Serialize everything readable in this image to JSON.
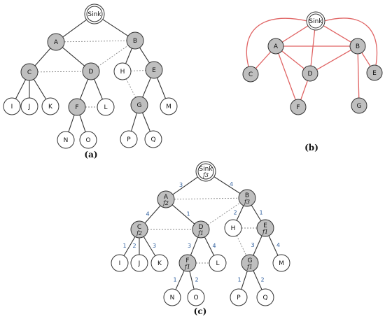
{
  "panels": {
    "a": {
      "label": "(a)",
      "nodes": [
        {
          "id": "Sink",
          "label": "Sink",
          "kind": "sink",
          "fill": "#ffffff"
        },
        {
          "id": "A",
          "label": "A",
          "kind": "gray"
        },
        {
          "id": "B",
          "label": "B",
          "kind": "gray"
        },
        {
          "id": "C",
          "label": "C",
          "kind": "gray"
        },
        {
          "id": "D",
          "label": "D",
          "kind": "gray"
        },
        {
          "id": "H",
          "label": "H",
          "kind": "white"
        },
        {
          "id": "E",
          "label": "E",
          "kind": "gray"
        },
        {
          "id": "I",
          "label": "I",
          "kind": "white"
        },
        {
          "id": "J",
          "label": "J",
          "kind": "white"
        },
        {
          "id": "K",
          "label": "K",
          "kind": "white"
        },
        {
          "id": "F",
          "label": "F",
          "kind": "gray"
        },
        {
          "id": "L",
          "label": "L",
          "kind": "white"
        },
        {
          "id": "G",
          "label": "G",
          "kind": "gray"
        },
        {
          "id": "M",
          "label": "M",
          "kind": "white"
        },
        {
          "id": "N",
          "label": "N",
          "kind": "white"
        },
        {
          "id": "O",
          "label": "O",
          "kind": "white"
        },
        {
          "id": "P",
          "label": "P",
          "kind": "white"
        },
        {
          "id": "Q",
          "label": "Q",
          "kind": "white"
        }
      ],
      "edges": [
        {
          "from": "Sink",
          "to": "A",
          "style": "solid"
        },
        {
          "from": "Sink",
          "to": "B",
          "style": "solid"
        },
        {
          "from": "A",
          "to": "C",
          "style": "solid"
        },
        {
          "from": "A",
          "to": "D",
          "style": "solid"
        },
        {
          "from": "B",
          "to": "H",
          "style": "solid"
        },
        {
          "from": "B",
          "to": "E",
          "style": "solid"
        },
        {
          "from": "C",
          "to": "I",
          "style": "solid"
        },
        {
          "from": "C",
          "to": "J",
          "style": "solid"
        },
        {
          "from": "C",
          "to": "K",
          "style": "solid"
        },
        {
          "from": "D",
          "to": "F",
          "style": "solid"
        },
        {
          "from": "D",
          "to": "L",
          "style": "solid"
        },
        {
          "from": "E",
          "to": "G",
          "style": "solid"
        },
        {
          "from": "E",
          "to": "M",
          "style": "solid"
        },
        {
          "from": "F",
          "to": "N",
          "style": "solid"
        },
        {
          "from": "F",
          "to": "O",
          "style": "solid"
        },
        {
          "from": "G",
          "to": "P",
          "style": "solid"
        },
        {
          "from": "G",
          "to": "Q",
          "style": "solid"
        },
        {
          "from": "A",
          "to": "B",
          "style": "dotted"
        },
        {
          "from": "C",
          "to": "D",
          "style": "dotted"
        },
        {
          "from": "D",
          "to": "B",
          "style": "dotted"
        },
        {
          "from": "H",
          "to": "E",
          "style": "dotted"
        },
        {
          "from": "H",
          "to": "G",
          "style": "dotted"
        },
        {
          "from": "F",
          "to": "L",
          "style": "dotted"
        }
      ]
    },
    "b": {
      "label": "(b)",
      "edge_color": "#e06464",
      "nodes": [
        {
          "id": "Sink",
          "label": "Sink",
          "kind": "sink"
        },
        {
          "id": "A",
          "label": "A",
          "kind": "gray"
        },
        {
          "id": "B",
          "label": "B",
          "kind": "gray"
        },
        {
          "id": "C",
          "label": "C",
          "kind": "gray"
        },
        {
          "id": "D",
          "label": "D",
          "kind": "gray"
        },
        {
          "id": "E",
          "label": "E",
          "kind": "gray"
        },
        {
          "id": "F",
          "label": "F",
          "kind": "gray"
        },
        {
          "id": "G",
          "label": "G",
          "kind": "gray"
        }
      ],
      "edges": [
        {
          "from": "Sink",
          "to": "A",
          "curve": false
        },
        {
          "from": "Sink",
          "to": "B",
          "curve": false
        },
        {
          "from": "Sink",
          "to": "D",
          "curve": false
        },
        {
          "from": "A",
          "to": "B",
          "curve": false
        },
        {
          "from": "A",
          "to": "C",
          "curve": false
        },
        {
          "from": "A",
          "to": "D",
          "curve": false
        },
        {
          "from": "A",
          "to": "F",
          "curve": false
        },
        {
          "from": "B",
          "to": "D",
          "curve": false
        },
        {
          "from": "B",
          "to": "E",
          "curve": false
        },
        {
          "from": "B",
          "to": "G",
          "curve": false
        },
        {
          "from": "D",
          "to": "F",
          "curve": false
        },
        {
          "from": "Sink",
          "to": "C",
          "curve": "left"
        },
        {
          "from": "Sink",
          "to": "E",
          "curve": "right"
        }
      ]
    },
    "c": {
      "label": "(c)",
      "weight_color": "#2f5f9e",
      "nodes": [
        {
          "id": "Sink",
          "label": "Sink",
          "sub": "f3",
          "kind": "sink"
        },
        {
          "id": "A",
          "label": "A",
          "sub": "f2",
          "kind": "gray"
        },
        {
          "id": "B",
          "label": "B",
          "sub": "f3",
          "kind": "gray"
        },
        {
          "id": "C",
          "label": "C",
          "sub": "f2",
          "kind": "gray"
        },
        {
          "id": "D",
          "label": "D",
          "sub": "f1",
          "kind": "gray"
        },
        {
          "id": "H",
          "label": "H",
          "sub": "",
          "kind": "white"
        },
        {
          "id": "E",
          "label": "E",
          "sub": "f1",
          "kind": "gray"
        },
        {
          "id": "I",
          "label": "I",
          "sub": "",
          "kind": "white"
        },
        {
          "id": "J",
          "label": "J",
          "sub": "",
          "kind": "white"
        },
        {
          "id": "K",
          "label": "K",
          "sub": "",
          "kind": "white"
        },
        {
          "id": "F",
          "label": "F",
          "sub": "f1",
          "kind": "gray"
        },
        {
          "id": "L",
          "label": "L",
          "sub": "",
          "kind": "white"
        },
        {
          "id": "G",
          "label": "G",
          "sub": "f1",
          "kind": "gray"
        },
        {
          "id": "M",
          "label": "M",
          "sub": "",
          "kind": "white"
        },
        {
          "id": "N",
          "label": "N",
          "sub": "",
          "kind": "white"
        },
        {
          "id": "O",
          "label": "O",
          "sub": "",
          "kind": "white"
        },
        {
          "id": "P",
          "label": "P",
          "sub": "",
          "kind": "white"
        },
        {
          "id": "Q",
          "label": "Q",
          "sub": "",
          "kind": "white"
        }
      ],
      "edges": [
        {
          "from": "Sink",
          "to": "A",
          "style": "solid",
          "weight": "3"
        },
        {
          "from": "Sink",
          "to": "B",
          "style": "solid",
          "weight": "4"
        },
        {
          "from": "A",
          "to": "C",
          "style": "solid",
          "weight": "4"
        },
        {
          "from": "A",
          "to": "D",
          "style": "solid",
          "weight": "1"
        },
        {
          "from": "B",
          "to": "H",
          "style": "solid",
          "weight": "2"
        },
        {
          "from": "B",
          "to": "E",
          "style": "solid",
          "weight": "1"
        },
        {
          "from": "C",
          "to": "I",
          "style": "solid",
          "weight": "1"
        },
        {
          "from": "C",
          "to": "J",
          "style": "solid",
          "weight": "2"
        },
        {
          "from": "C",
          "to": "K",
          "style": "solid",
          "weight": "3"
        },
        {
          "from": "D",
          "to": "F",
          "style": "solid",
          "weight": "3"
        },
        {
          "from": "D",
          "to": "L",
          "style": "solid",
          "weight": "4"
        },
        {
          "from": "E",
          "to": "G",
          "style": "solid",
          "weight": "3"
        },
        {
          "from": "E",
          "to": "M",
          "style": "solid",
          "weight": "4"
        },
        {
          "from": "F",
          "to": "N",
          "style": "solid",
          "weight": "1"
        },
        {
          "from": "F",
          "to": "O",
          "style": "solid",
          "weight": "2"
        },
        {
          "from": "G",
          "to": "P",
          "style": "solid",
          "weight": "1"
        },
        {
          "from": "G",
          "to": "Q",
          "style": "solid",
          "weight": "2"
        },
        {
          "from": "A",
          "to": "B",
          "style": "dotted",
          "weight": ""
        },
        {
          "from": "C",
          "to": "D",
          "style": "dotted",
          "weight": ""
        },
        {
          "from": "D",
          "to": "B",
          "style": "dotted",
          "weight": ""
        },
        {
          "from": "H",
          "to": "E",
          "style": "dotted",
          "weight": ""
        },
        {
          "from": "H",
          "to": "G",
          "style": "dotted",
          "weight": ""
        },
        {
          "from": "F",
          "to": "L",
          "style": "dotted",
          "weight": ""
        }
      ]
    }
  }
}
